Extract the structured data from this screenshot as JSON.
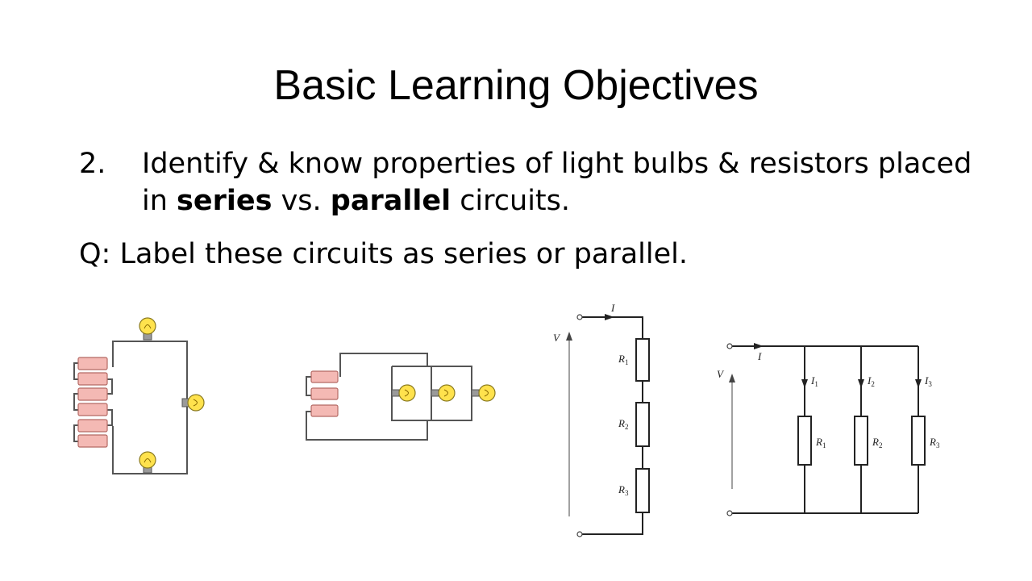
{
  "slide": {
    "title": "Basic Learning Objectives",
    "objective_number": "2.",
    "objective_part1": "Identify & know properties of light bulbs & resistors placed in ",
    "objective_series": "series",
    "objective_part2": " vs. ",
    "objective_parallel": "parallel",
    "objective_part3": " circuits.",
    "question": "Q: Label these circuits as series or parallel."
  },
  "diagrams": {
    "series_schematic": {
      "current": "I",
      "voltage": "V",
      "resistors": [
        "R",
        "R",
        "R"
      ],
      "subscripts": [
        "1",
        "2",
        "3"
      ]
    },
    "parallel_schematic": {
      "current": "I",
      "voltage": "V",
      "branch_currents": [
        "I",
        "I",
        "I"
      ],
      "current_subscripts": [
        "1",
        "2",
        "3"
      ],
      "resistors": [
        "R",
        "R",
        "R"
      ],
      "resistor_subscripts": [
        "1",
        "2",
        "3"
      ]
    }
  }
}
